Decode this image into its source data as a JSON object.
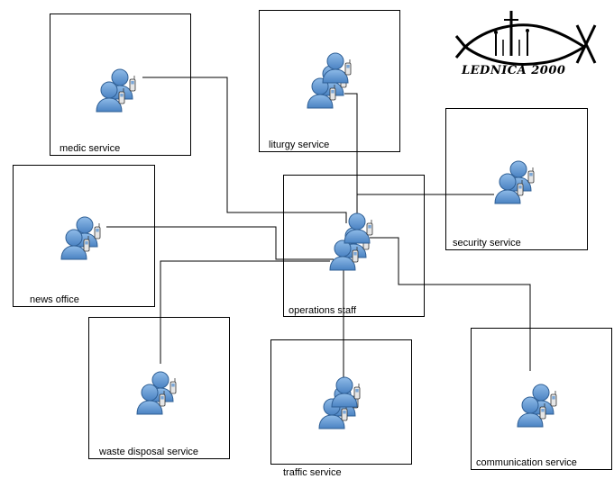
{
  "logo": {
    "text": "LEDNICA 2000"
  },
  "nodes": {
    "medic": {
      "label": "medic service"
    },
    "liturgy": {
      "label": "liturgy service"
    },
    "security": {
      "label": "security service"
    },
    "news": {
      "label": "news office"
    },
    "operations": {
      "label": "operations staff"
    },
    "waste": {
      "label": "waste disposal service"
    },
    "traffic": {
      "label": "traffic service"
    },
    "communication": {
      "label": "communication service"
    }
  },
  "icons": {
    "person": "user-with-mobile-phone-icon",
    "logo": "fish-cross-logo-icon"
  },
  "colors": {
    "person_fill": "#5b94d1",
    "person_stroke": "#2f5f95",
    "line": "#000000",
    "box_stroke": "#000000"
  }
}
